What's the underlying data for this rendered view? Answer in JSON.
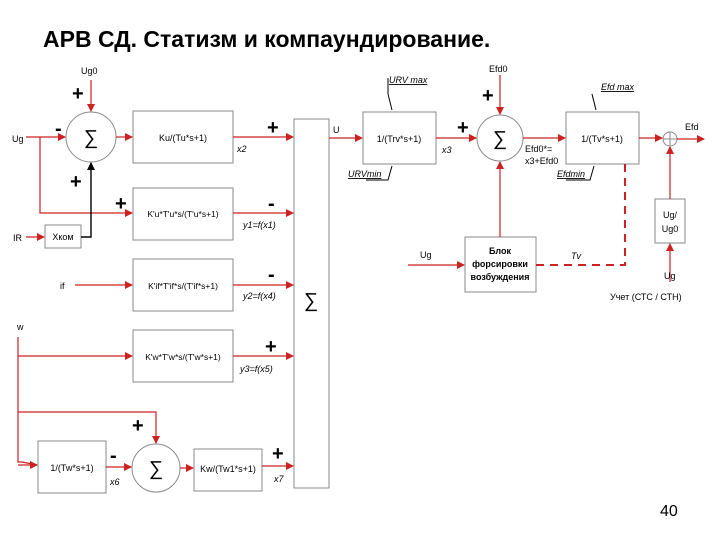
{
  "title": "АРВ СД. Статизм и компаундирование.",
  "page_number": "40",
  "inputs": {
    "ug0": "Ug0",
    "ug": "Ug",
    "ir": "IR",
    "if": "if",
    "w": "w",
    "efd0": "Efd0",
    "ug_right": "Ug",
    "ug_bottom": "Ug"
  },
  "blocks": {
    "xkom": "Xком",
    "b1": "Ku/(Tu*s+1)",
    "b2": "K'u*T'u*s/(T'u*s+1)",
    "b3": "K'if*T'if*s/(T'if*s+1)",
    "b4": "K'w*T'w*s/(T'w*s+1)",
    "b5": "1/(Tw*s+1)",
    "b6": "Kw/(Tw1*s+1)",
    "brv": "1/(Trv*s+1)",
    "bv": "1/(Tv*s+1)",
    "ugdiv_1": "Ug/",
    "ugdiv_2": "Ug0",
    "forsirovka_1": "Блок",
    "forsirovka_2": "форсировки",
    "forsirovka_3": "возбуждения"
  },
  "sums": {
    "s1": "∑",
    "s2": "∑",
    "s3": "∑",
    "s4": "∑"
  },
  "signals": {
    "x2": "x2",
    "y1": "y1=f(x1)",
    "y2": "y2=f(x4)",
    "y3": "y3=f(x5)",
    "x6": "x6",
    "x7": "x7",
    "u": "U",
    "x3": "x3",
    "urv_max": "URV max",
    "urv_min": "URVmin",
    "efd_max": "Efd max",
    "efd_min": "Efdmin",
    "efd0_star_1": "Efd0*=",
    "efd0_star_2": "x3+Efd0",
    "efd": "Efd",
    "tv": "Tv",
    "uchet": "Учет (СТС / СТН)"
  },
  "signs": {
    "plus": "+",
    "minus": "-"
  }
}
